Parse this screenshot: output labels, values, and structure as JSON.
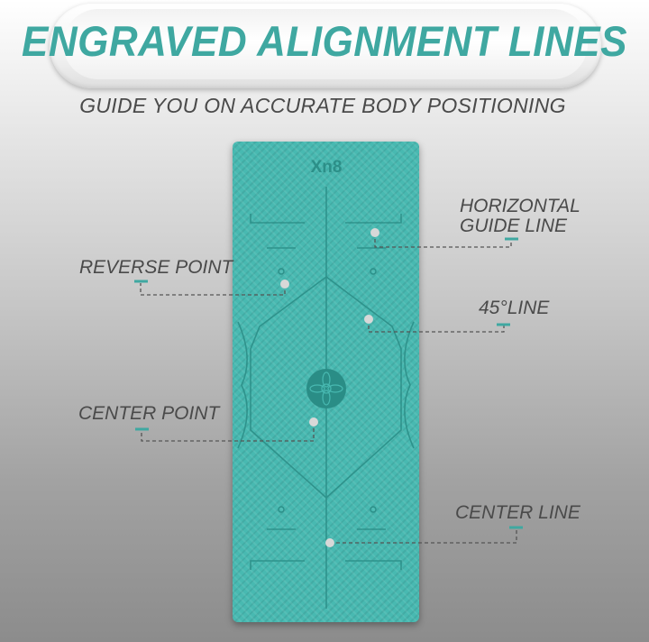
{
  "header": {
    "title": "ENGRAVED ALIGNMENT LINES",
    "subtitle": "GUIDE YOU ON ACCURATE BODY POSITIONING"
  },
  "mat": {
    "brand_logo": "Xn8",
    "color": "#48b9b1",
    "line_color": "#2c8f88"
  },
  "callouts": {
    "horizontal_guide_line_1": "HORIZONTAL",
    "horizontal_guide_line_2": "GUIDE LINE",
    "reverse_point": "REVERSE POINT",
    "line_45": "45°LINE",
    "center_point": "CENTER POINT",
    "center_line": "CENTER LINE"
  },
  "colors": {
    "accent": "#3fa8a1",
    "label_text": "#4a4a4a",
    "marker": "#d8d8d8"
  }
}
